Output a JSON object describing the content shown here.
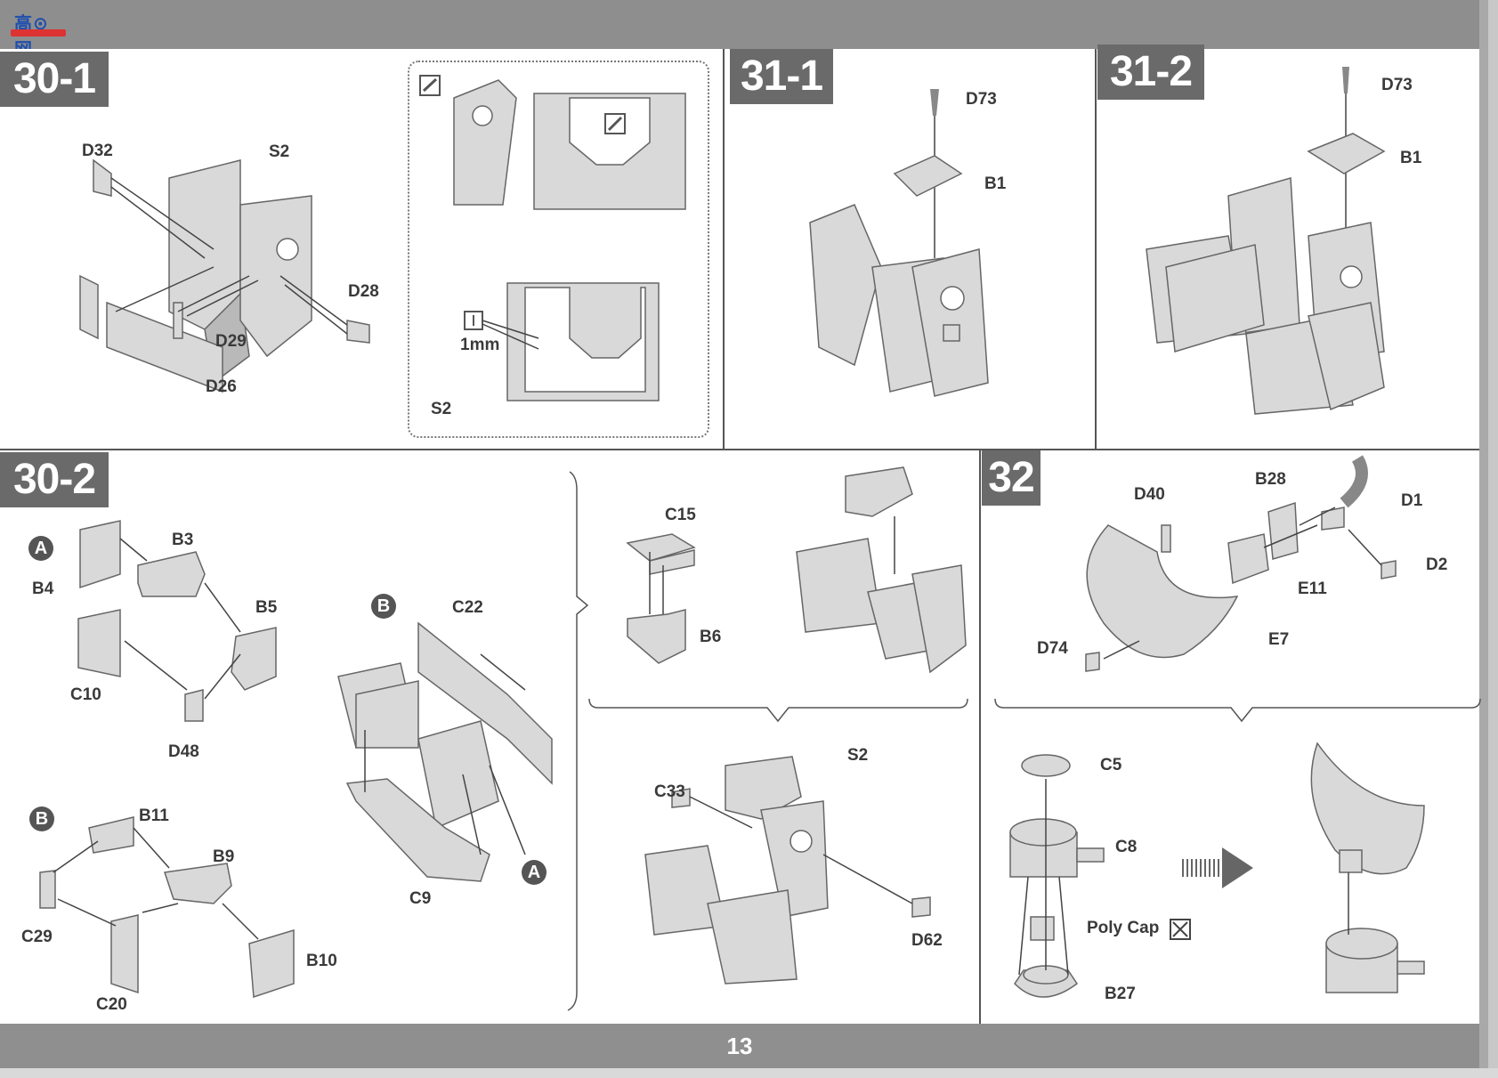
{
  "header": {
    "logo_text": "高⊙网"
  },
  "page_number": "13",
  "steps": {
    "s30_1": "30-1",
    "s31_1": "31-1",
    "s31_2": "31-2",
    "s30_2": "30-2",
    "s32": "32"
  },
  "labels": {
    "d32": "D32",
    "s2": "S2",
    "d28": "D28",
    "d29": "D29",
    "d26": "D26",
    "inset_1mm": "1mm",
    "inset_s2": "S2",
    "d73a": "D73",
    "b1a": "B1",
    "d73b": "D73",
    "b1b": "B1",
    "a_marker": "A",
    "b_marker": "B",
    "b_marker2": "B",
    "a_marker2": "A",
    "b3": "B3",
    "b4": "B4",
    "b5": "B5",
    "c10": "C10",
    "d48": "D48",
    "c22": "C22",
    "c9": "C9",
    "b11": "B11",
    "b9": "B9",
    "c29": "C29",
    "c20": "C20",
    "b10": "B10",
    "c15": "C15",
    "b6": "B6",
    "c33": "C33",
    "s2b": "S2",
    "d62": "D62",
    "d40": "D40",
    "b28": "B28",
    "d1": "D1",
    "d2": "D2",
    "e11": "E11",
    "e7": "E7",
    "d74": "D74",
    "c5": "C5",
    "c8": "C8",
    "polycap": "Poly Cap",
    "b27": "B27"
  }
}
